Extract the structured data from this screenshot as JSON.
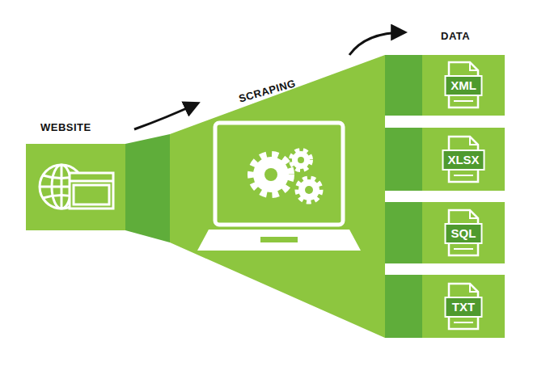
{
  "diagram": {
    "nodes": [
      {
        "text": [
          "XML"
        ]
      },
      {
        "text": [
          "XLSX"
        ]
      },
      {
        "text": [
          "SQL"
        ]
      },
      {
        "text": [
          "TXT"
        ]
      }
    ],
    "labels": [
      "WEBSITE",
      "SCRAPING",
      "DATA"
    ]
  }
}
